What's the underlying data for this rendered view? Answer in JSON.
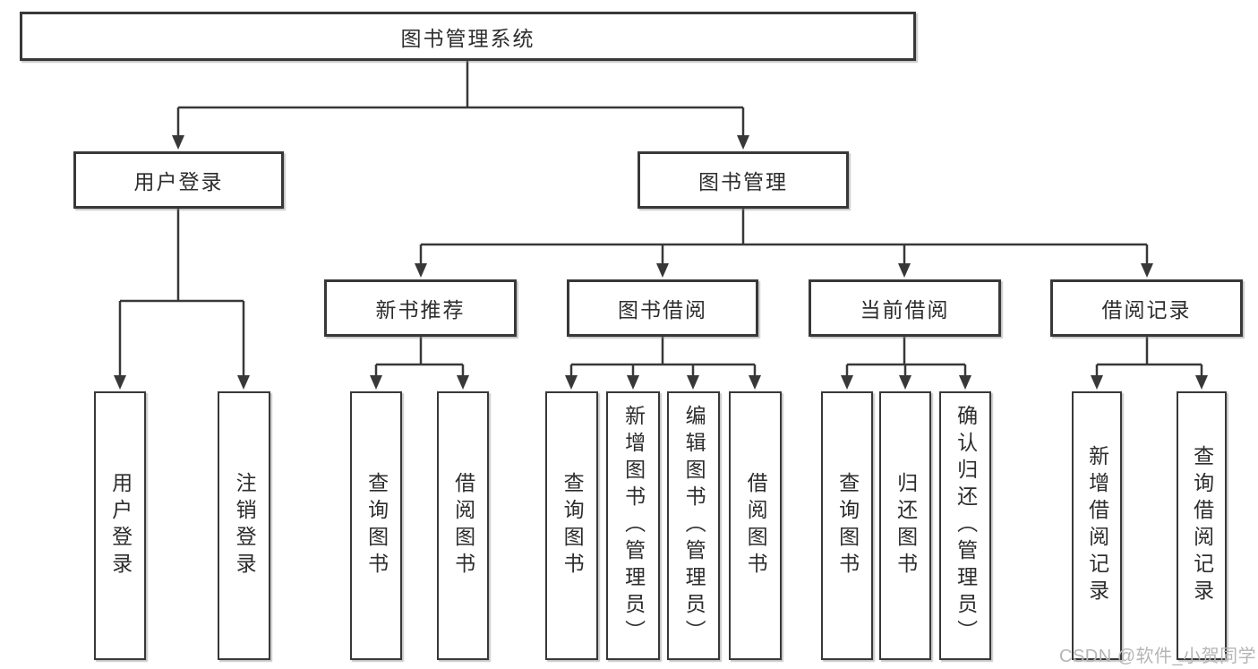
{
  "diagram": {
    "colors": {
      "line": "#383838",
      "box_fill": "#ffffff",
      "text": "#2d2d2d",
      "watermark": "#b5b5b5",
      "background": "#ffffff"
    },
    "watermark": "CSDN @软件_小贺同学",
    "tree": {
      "root": {
        "label": "图书管理系统"
      },
      "level2": [
        {
          "label": "用户登录",
          "children": [
            "用户登录",
            "注销登录"
          ]
        },
        {
          "label": "图书管理"
        }
      ],
      "level3": [
        {
          "label": "新书推荐",
          "children": [
            "查询图书",
            "借阅图书"
          ]
        },
        {
          "label": "图书借阅",
          "children": [
            "查询图书",
            "新增图书（管理员）",
            "编辑图书（管理员）",
            "借阅图书"
          ]
        },
        {
          "label": "当前借阅",
          "children": [
            "查询图书",
            "归还图书",
            "确认归还（管理员）"
          ]
        },
        {
          "label": "借阅记录",
          "children": [
            "新增借阅记录",
            "查询借阅记录"
          ]
        }
      ]
    }
  }
}
